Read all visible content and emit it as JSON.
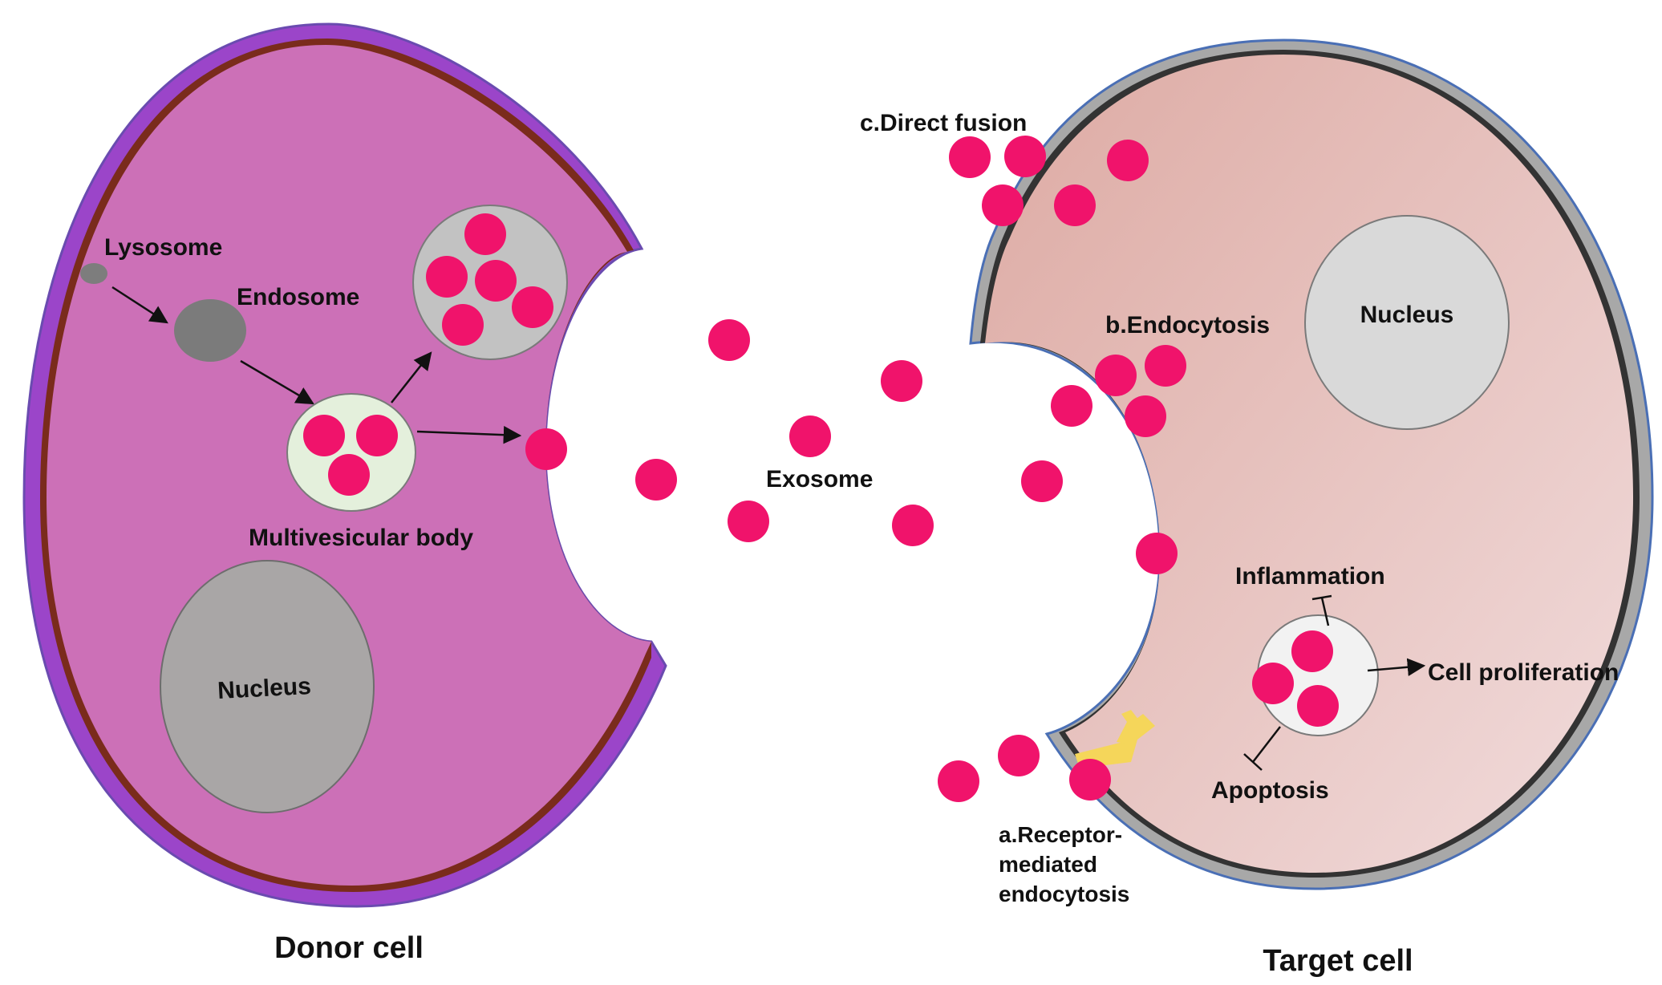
{
  "labels": {
    "lysosome": "Lysosome",
    "endosome": "Endosome",
    "multivesicular_body": "Multivesicular body",
    "donor_nucleus": "Nucleus",
    "donor_cell": "Donor cell",
    "exosome": "Exosome",
    "direct_fusion": "c.Direct fusion",
    "endocytosis": "b.Endocytosis",
    "target_nucleus": "Nucleus",
    "receptor_line1": "a.Receptor-",
    "receptor_line2": "mediated",
    "receptor_line3": "endocytosis",
    "inflammation": "Inflammation",
    "cell_proliferation": "Cell proliferation",
    "apoptosis": "Apoptosis",
    "target_cell": "Target cell"
  },
  "colors": {
    "donor_cytoplasm": "#cc70b7",
    "donor_membrane_outer": "#9b45c9",
    "donor_membrane_inner": "#7a2b1c",
    "target_cytoplasm": "#e6bdb7",
    "target_membrane": "#a8a8a8",
    "exosome": "#f0136b",
    "nucleus_donor": "#a9a6a6",
    "nucleus_target": "#d9d9d9",
    "mvb": "#e4f0dc",
    "receptor": "#f5d65a"
  }
}
